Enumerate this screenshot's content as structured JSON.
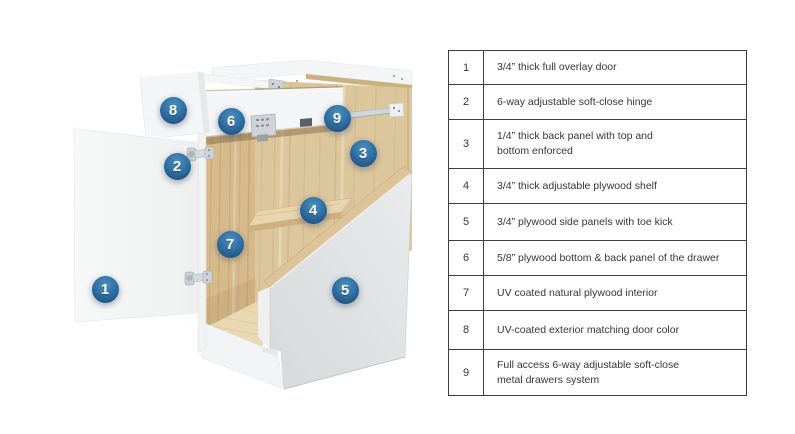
{
  "diagram": {
    "badges": [
      {
        "label": "1"
      },
      {
        "label": "2"
      },
      {
        "label": "3"
      },
      {
        "label": "4"
      },
      {
        "label": "5"
      },
      {
        "label": "6"
      },
      {
        "label": "7"
      },
      {
        "label": "8"
      },
      {
        "label": "9"
      }
    ],
    "colors": {
      "badge-light": "#4e90c0",
      "badge-mid": "#2f6fa3",
      "badge-dark": "#1b446e",
      "wood": "#dcc69c",
      "wood-dark": "#d5ba8c",
      "wood-floor": "#e9d8b2",
      "wood-edge": "#cbb080",
      "white-panel": "#f4f5f6",
      "gray-panel": "#e3e5e6",
      "metal": "#ccd2d6",
      "table-border": "#3d3d3d",
      "text": "#35353f",
      "bg": "#ffffff"
    }
  },
  "table": {
    "rows": [
      {
        "num": "1",
        "desc": "3/4” thick full overlay door"
      },
      {
        "num": "2",
        "desc": "6-way adjustable soft-close hinge"
      },
      {
        "num": "3",
        "desc": "1/4” thick back panel with top and\nbottom enforced"
      },
      {
        "num": "4",
        "desc": "3/4” thick adjustable plywood shelf"
      },
      {
        "num": "5",
        "desc": "3/4” plywood side panels with toe kick"
      },
      {
        "num": "6",
        "desc": "5/8” plywood bottom & back panel of the drawer"
      },
      {
        "num": "7",
        "desc": "UV coated natural plywood interior"
      },
      {
        "num": "8",
        "desc": "UV-coated exterior matching door color"
      },
      {
        "num": "9",
        "desc": "Full access 6-way adjustable soft-close\nmetal drawers system"
      }
    ]
  }
}
